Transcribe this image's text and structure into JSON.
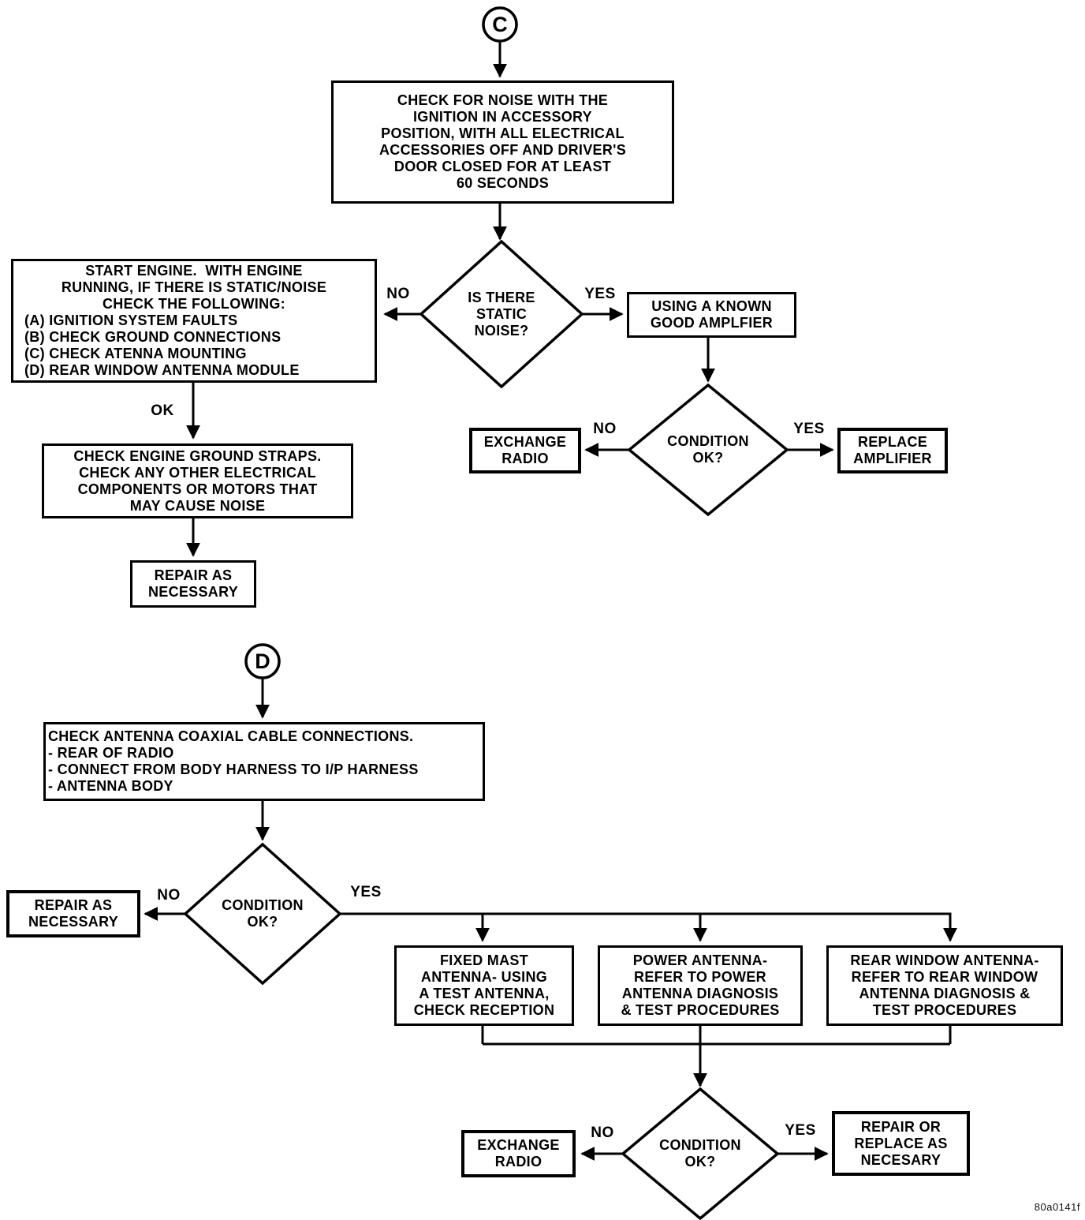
{
  "watermark": "80a0141f",
  "colors": {
    "ink": "#000000",
    "paper": "#ffffff"
  },
  "section_c": {
    "connector": "C",
    "check_noise": {
      "lines": [
        "CHECK FOR NOISE WITH THE",
        "IGNITION IN ACCESSORY",
        "POSITION, WITH ALL ELECTRICAL",
        "ACCESSORIES OFF AND DRIVER'S",
        "DOOR CLOSED FOR AT LEAST",
        "60 SECONDS"
      ]
    },
    "static_diamond": {
      "lines": [
        "IS THERE",
        "STATIC",
        "NOISE?"
      ]
    },
    "static_no": "NO",
    "static_yes": "YES",
    "start_engine": {
      "header": [
        "START ENGINE.  WITH ENGINE",
        "RUNNING, IF THERE IS STATIC/NOISE",
        "CHECK THE FOLLOWING:"
      ],
      "items": [
        "(A) IGNITION SYSTEM FAULTS",
        "(B) CHECK GROUND CONNECTIONS",
        "(C) CHECK ATENNA MOUNTING",
        "(D) REAR WINDOW ANTENNA MODULE"
      ]
    },
    "ok_label": "OK",
    "ground_straps": {
      "lines": [
        "CHECK ENGINE GROUND STRAPS.",
        "CHECK ANY OTHER ELECTRICAL",
        "COMPONENTS OR MOTORS THAT",
        "MAY CAUSE NOISE"
      ]
    },
    "repair": {
      "lines": [
        "REPAIR AS",
        "NECESSARY"
      ]
    },
    "amplifier": {
      "lines": [
        "USING A KNOWN",
        "GOOD AMPLFIER"
      ]
    },
    "condition_diamond": {
      "lines": [
        "CONDITION",
        "OK?"
      ]
    },
    "condition_no": "NO",
    "condition_yes": "YES",
    "exchange_radio": {
      "lines": [
        "EXCHANGE",
        "RADIO"
      ]
    },
    "replace_amplifier": {
      "lines": [
        "REPLACE",
        "AMPLIFIER"
      ]
    }
  },
  "section_d": {
    "connector": "D",
    "coax": {
      "lines": [
        "CHECK ANTENNA COAXIAL CABLE CONNECTIONS.",
        "- REAR OF RADIO",
        "- CONNECT FROM BODY HARNESS TO I/P HARNESS",
        "- ANTENNA BODY"
      ]
    },
    "condition_diamond": {
      "lines": [
        "CONDITION",
        "OK?"
      ]
    },
    "condition_no": "NO",
    "condition_yes": "YES",
    "repair": {
      "lines": [
        "REPAIR AS",
        "NECESSARY"
      ]
    },
    "fixed_mast": {
      "lines": [
        "FIXED MAST",
        "ANTENNA- USING",
        "A TEST ANTENNA,",
        "CHECK RECEPTION"
      ]
    },
    "power_antenna": {
      "lines": [
        "POWER ANTENNA-",
        "REFER TO POWER",
        "ANTENNA DIAGNOSIS",
        "& TEST PROCEDURES"
      ]
    },
    "rear_window": {
      "lines": [
        "REAR WINDOW ANTENNA-",
        "REFER TO REAR WINDOW",
        "ANTENNA DIAGNOSIS &",
        "TEST PROCEDURES"
      ]
    },
    "condition2_diamond": {
      "lines": [
        "CONDITION",
        "OK?"
      ]
    },
    "condition2_no": "NO",
    "condition2_yes": "YES",
    "exchange_radio": {
      "lines": [
        "EXCHANGE",
        "RADIO"
      ]
    },
    "repair_replace": {
      "lines": [
        "REPAIR OR",
        "REPLACE AS",
        "NECESARY"
      ]
    }
  }
}
